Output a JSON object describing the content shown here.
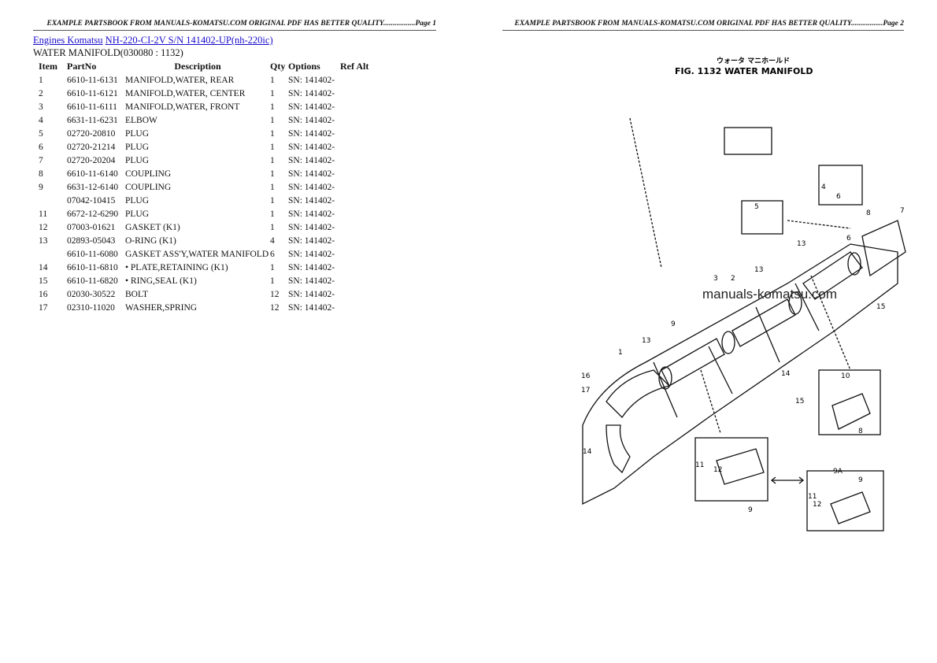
{
  "page1": {
    "header": "EXAMPLE PARTSBOOK FROM MANUALS-KOMATSU.COM ORIGINAL PDF HAS BETTER QUALITY.................Page 1",
    "breadcrumb": [
      "Engines Komatsu",
      "NH-220-CI-2V S/N 141402-UP(nh-220ic)"
    ],
    "subtitle": "WATER MANIFOLD(030080 : 1132)",
    "columns": [
      "Item",
      "PartNo",
      "Description",
      "Qty",
      "Options",
      "Ref Alt"
    ],
    "rows": [
      [
        "1",
        "6610-11-6131",
        "MANIFOLD,WATER, REAR",
        "1",
        "SN: 141402-",
        ""
      ],
      [
        "2",
        "6610-11-6121",
        "MANIFOLD,WATER, CENTER",
        "1",
        "SN: 141402-",
        ""
      ],
      [
        "3",
        "6610-11-6111",
        "MANIFOLD,WATER, FRONT",
        "1",
        "SN: 141402-",
        ""
      ],
      [
        "4",
        "6631-11-6231",
        "ELBOW",
        "1",
        "SN: 141402-",
        ""
      ],
      [
        "5",
        "02720-20810",
        "PLUG",
        "1",
        "SN: 141402-",
        ""
      ],
      [
        "6",
        "02720-21214",
        "PLUG",
        "1",
        "SN: 141402-",
        ""
      ],
      [
        "7",
        "02720-20204",
        "PLUG",
        "1",
        "SN: 141402-",
        ""
      ],
      [
        "8",
        "6610-11-6140",
        "COUPLING",
        "1",
        "SN: 141402-",
        ""
      ],
      [
        "9",
        "6631-12-6140",
        "COUPLING",
        "1",
        "SN: 141402-",
        ""
      ],
      [
        "",
        "07042-10415",
        "PLUG",
        "1",
        "SN: 141402-",
        ""
      ],
      [
        "11",
        "6672-12-6290",
        "PLUG",
        "1",
        "SN: 141402-",
        ""
      ],
      [
        "12",
        "07003-01621",
        "GASKET (K1)",
        "1",
        "SN: 141402-",
        ""
      ],
      [
        "13",
        "02893-05043",
        "O-RING (K1)",
        "4",
        "SN: 141402-",
        ""
      ],
      [
        "",
        "6610-11-6080",
        "GASKET ASS'Y,WATER MANIFOLD",
        "6",
        "SN: 141402-",
        ""
      ],
      [
        "14",
        "6610-11-6810",
        "• PLATE,RETAINING (K1)",
        "1",
        "SN: 141402-",
        ""
      ],
      [
        "15",
        "6610-11-6820",
        "• RING,SEAL (K1)",
        "1",
        "SN: 141402-",
        ""
      ],
      [
        "16",
        "02030-30522",
        "BOLT",
        "12",
        "SN: 141402-",
        ""
      ],
      [
        "17",
        "02310-11020",
        "WASHER,SPRING",
        "12",
        "SN: 141402-",
        ""
      ]
    ]
  },
  "page2": {
    "header": "EXAMPLE PARTSBOOK FROM MANUALS-KOMATSU.COM ORIGINAL PDF HAS BETTER QUALITY.................Page 2",
    "figure_title_jp": "ウォータ マニホールド",
    "figure_title": "FIG. 1132  WATER MANIFOLD",
    "watermark": "manuals-komatsu.com",
    "callouts": [
      "1",
      "2",
      "3",
      "4",
      "5",
      "6",
      "6",
      "7",
      "8",
      "8",
      "9",
      "9",
      "9",
      "9A",
      "10",
      "11",
      "11",
      "12",
      "12",
      "13",
      "13",
      "13",
      "14",
      "14",
      "15",
      "15",
      "16",
      "17"
    ]
  }
}
